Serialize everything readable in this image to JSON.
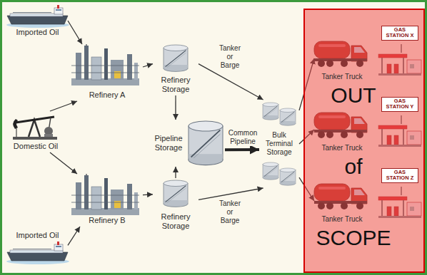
{
  "diagram": {
    "nodes": [
      {
        "text": [
          "Imported Oil"
        ]
      },
      {
        "text": [
          "Refinery A"
        ]
      },
      {
        "text": [
          "Refinery Storage"
        ]
      },
      {
        "text": [
          "Domestic Oil"
        ]
      },
      {
        "text": [
          "Pipeline Storage"
        ]
      },
      {
        "text": [
          "Bulk Terminal Storage"
        ]
      },
      {
        "text": [
          "Refinery B"
        ]
      },
      {
        "text": [
          "Refinery Storage"
        ]
      },
      {
        "text": [
          "Imported Oil"
        ]
      },
      {
        "text": [
          "OUT of SCOPE"
        ]
      },
      {
        "text": [
          "Tanker Truck"
        ],
        "in": 9
      },
      {
        "text": [
          "GAS STATION X"
        ],
        "in": 9
      },
      {
        "text": [
          "Tanker Truck"
        ],
        "in": 9
      },
      {
        "text": [
          "GAS STATION Y"
        ],
        "in": 9
      },
      {
        "text": [
          "Tanker Truck"
        ],
        "in": 9
      },
      {
        "text": [
          "GAS STATION Z"
        ],
        "in": 9
      }
    ],
    "edges": [
      {
        "from": 0,
        "to": 1,
        "arrow": "to"
      },
      {
        "from": 3,
        "to": 1,
        "arrow": "to"
      },
      {
        "from": 3,
        "to": 6,
        "arrow": "to"
      },
      {
        "from": 8,
        "to": 6,
        "arrow": "to"
      },
      {
        "from": 1,
        "to": 2,
        "arrow": "to"
      },
      {
        "from": 6,
        "to": 7,
        "arrow": "to"
      },
      {
        "from": 2,
        "to": 4,
        "arrow": "to"
      },
      {
        "from": 7,
        "to": 4,
        "arrow": "to"
      },
      {
        "from": 4,
        "to": 5,
        "label": "Common Pipeline",
        "arrow": "to"
      },
      {
        "from": 2,
        "to": 5,
        "label": "Tanker or Barge",
        "arrow": "to"
      },
      {
        "from": 7,
        "to": 5,
        "label": "Tanker or Barge",
        "arrow": "to"
      },
      {
        "from": 5,
        "to": 10,
        "arrow": "to"
      },
      {
        "from": 5,
        "to": 12,
        "arrow": "to"
      },
      {
        "from": 5,
        "to": 14,
        "arrow": "to"
      }
    ]
  }
}
